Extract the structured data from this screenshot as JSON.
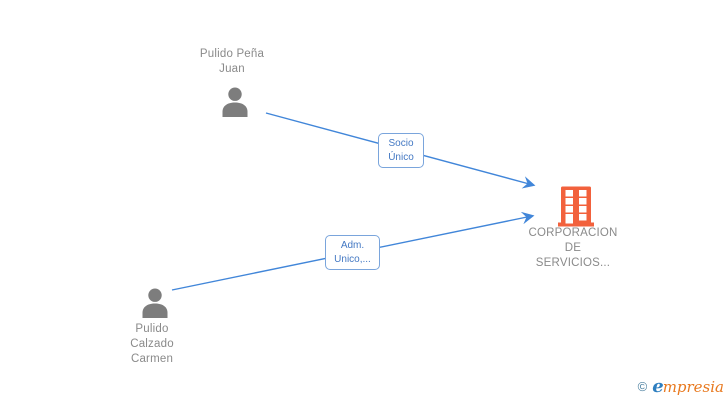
{
  "diagram": {
    "nodes": {
      "person_top": {
        "type": "person",
        "name": "Pulido Peña Juan",
        "lines": [
          "Pulido Peña",
          "Juan"
        ]
      },
      "person_bottom": {
        "type": "person",
        "name": "Pulido Calzado Carmen",
        "lines": [
          "Pulido",
          "Calzado",
          "Carmen"
        ]
      },
      "company": {
        "type": "company",
        "name": "CORPORACION DE SERVICIOS...",
        "lines": [
          "CORPORACION",
          "DE",
          "SERVICIOS..."
        ]
      }
    },
    "edges": [
      {
        "from": "Pulido Peña Juan",
        "to": "CORPORACION DE SERVICIOS...",
        "label": "Socio Único",
        "label_lines": [
          "Socio",
          "Único"
        ]
      },
      {
        "from": "Pulido Calzado Carmen",
        "to": "CORPORACION DE SERVICIOS...",
        "label": "Adm. Unico,...",
        "label_lines": [
          "Adm.",
          "Unico,..."
        ]
      }
    ],
    "colors": {
      "edge": "#4186d9",
      "edge_label_border": "#7aa5dc",
      "edge_label_text": "#4378c3",
      "person_icon": "#7d7d7d",
      "node_label_text": "#8a8a8a",
      "company_icon": "#f2613c",
      "background": "#ffffff"
    }
  },
  "watermark": {
    "copyright_symbol": "©",
    "brand_first_letter": "e",
    "brand_rest": "mpresia"
  }
}
